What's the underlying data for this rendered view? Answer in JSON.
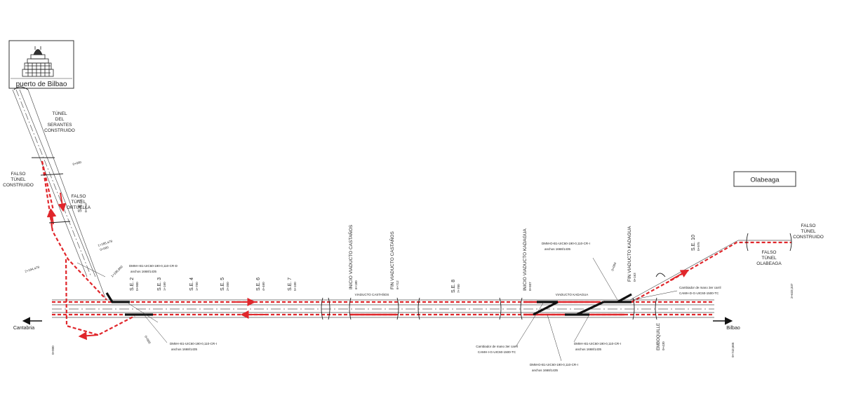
{
  "logo": {
    "text": "puerto de Bilbao"
  },
  "station_box": {
    "label": "Olabeaga"
  },
  "directions": {
    "left": "Cantabria",
    "right": "Bilbao"
  },
  "tunnels": {
    "serantes": [
      "TÚNEL",
      "DEL",
      "SERANTES",
      "CONSTRUIDO"
    ],
    "falso_left": [
      "FALSO",
      "TÚNEL",
      "CONSTRUIDO"
    ],
    "falso_ortuella": [
      "FALSO",
      "TÚNEL",
      "ORTUELLA"
    ],
    "falso_right_top": [
      "FALSO",
      "TÚNEL",
      "CONSTRUIDO"
    ],
    "falso_olabeaga": [
      "FALSO",
      "TÚNEL",
      "OLABEAGA"
    ]
  },
  "se_labels": [
    {
      "name": "S.E. 1",
      "pk": "0+710"
    },
    {
      "name": "S.E. 2",
      "pk": "0+900"
    },
    {
      "name": "S.E. 3",
      "pk": "1+160"
    },
    {
      "name": "S.E. 4",
      "pk": "1+750"
    },
    {
      "name": "S.E. 5",
      "pk": "2+350"
    },
    {
      "name": "S.E. 6",
      "pk": "4+460"
    },
    {
      "name": "S.E. 7",
      "pk": "5+100"
    },
    {
      "name": "S.E. 8",
      "pk": "7+700"
    },
    {
      "name": "S.E. 10",
      "pk": "0+975"
    }
  ],
  "viaducts": {
    "inicio_castanos": {
      "label": "INICIO VIADUCTO CASTAÑOS",
      "pk": "6+180"
    },
    "fin_castanos": {
      "label": "FIN VIADUCTO CASTAÑOS",
      "pk": "6+712"
    },
    "castanos": "VIADUCTO CASTAÑOS",
    "inicio_kadagua": {
      "label": "INICIO VIADUCTO KADAGUA",
      "pk": "8+507"
    },
    "fin_kadagua": {
      "label": "FIN VIADUCTO KADAGUA",
      "pk": "0+163"
    },
    "kadagua": "VIADUCTO KADAGUA"
  },
  "switches": {
    "top_left": [
      "DMM-I-B1-UIC60-190-0,110-CR-D",
      "anchos 1668/1435"
    ],
    "bottom_left": [
      "DMM-I-B1-UIC60-190-0,110-CR-I",
      "anchos 1668/1435"
    ],
    "top_mid": [
      "DMM-D-B1-UIC60-190-0,110-CR-I",
      "anchos 1668/1435"
    ],
    "bottom_mid": [
      "DMM-I-B1-UIC60-190-0,110-CR-I",
      "anchos 1668/1435"
    ],
    "bottom_low": [
      "DMM-D-B1-UIC60-190-0,110-CR-I",
      "anchos 1668/1435"
    ],
    "cambiador_left": [
      "Cambiador de mano 3er carril",
      "CAMH-I-G-UIC60-1500-TC"
    ],
    "cambiador_right": [
      "Cambiador de mano 3er carril",
      "CAMH-D-G-UIC60-1500-TC"
    ]
  },
  "pk_marks": {
    "pk_0_000_top": "0+000",
    "pk_1_185_479": "1+185,479",
    "pk_0_000_mid": "0+000",
    "pk_2_194_479": "2+194,479",
    "pk_1_196_800": "1+196,800",
    "pk_0_000_bottom": "0+000",
    "pk_0_000_branch": "0+000",
    "pk_0_000_kadagua": "0+000",
    "emboquille": "EMBOQUILLE",
    "emboquille_pk": "0+430",
    "pk_0_743_665": "0+743,665",
    "pk_2_633_337": "2+633,337"
  },
  "colors": {
    "track": "#e0262b",
    "switch": "#111111",
    "rail": "#333333"
  }
}
